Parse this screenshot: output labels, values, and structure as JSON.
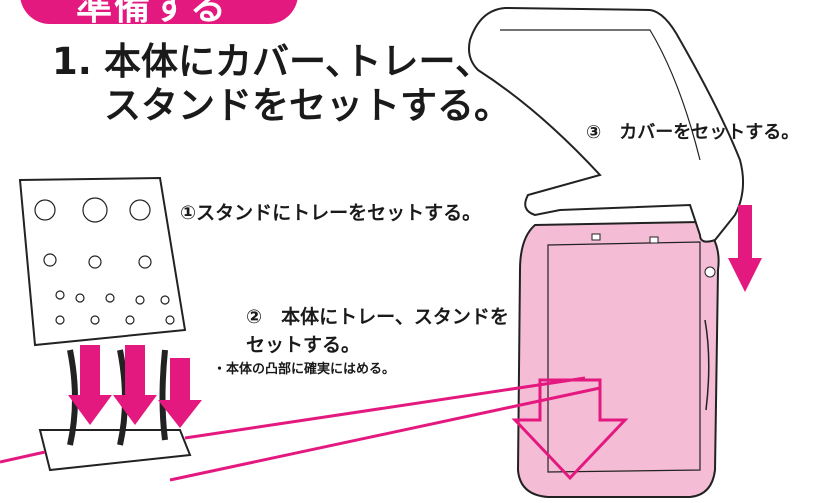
{
  "section_tab": {
    "label": "準備する",
    "color": "#e4197f"
  },
  "heading": {
    "number": "1.",
    "line1": "本体にカバー､トレー、",
    "line2": "スタンドをセットする。"
  },
  "steps": {
    "step1": "①スタンドにトレーをセットする。",
    "step2_line1": "②　本体にトレー、スタンドを",
    "step2_line2": "セットする。",
    "step2_note": "・本体の凸部に確実にはめる。",
    "step3": "③　カバーをセットする。"
  },
  "colors": {
    "accent": "#e4197f",
    "body_fill": "#f5bcd6"
  }
}
